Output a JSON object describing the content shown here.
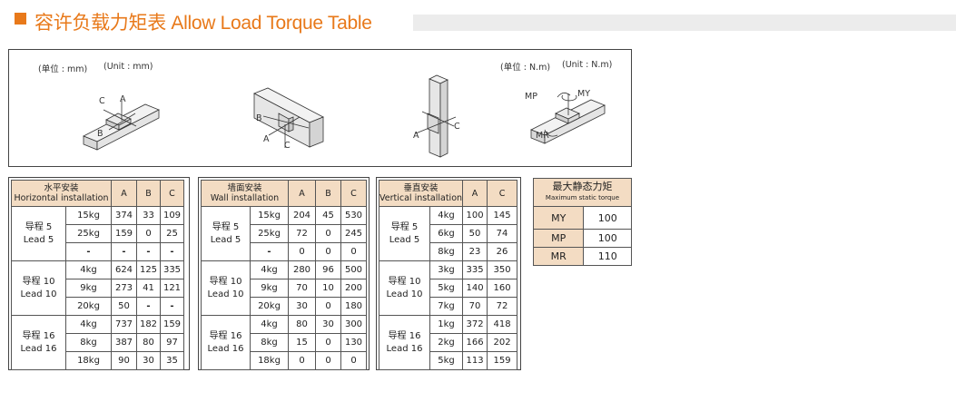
{
  "title": "容许负载力矩表 Allow Load Torque Table",
  "diagram": {
    "unit_left_cn": "(单位 : mm)",
    "unit_left_en": "(Unit : mm)",
    "unit_right_cn": "(单位 : N.m)",
    "unit_right_en": "(Unit : N.m)",
    "labels": {
      "a": "A",
      "b": "B",
      "c": "C",
      "mp": "MP",
      "my": "MY",
      "mr": "MR"
    }
  },
  "horizontal": {
    "header_cn": "水平安装",
    "header_en": "Horizontal installation",
    "cols": [
      "A",
      "B",
      "C"
    ],
    "groups": [
      {
        "cn": "导程 5",
        "en": "Lead 5",
        "rows": [
          [
            "15kg",
            "374",
            "33",
            "109"
          ],
          [
            "25kg",
            "159",
            "0",
            "25"
          ],
          [
            "-",
            "-",
            "-",
            "-"
          ]
        ]
      },
      {
        "cn": "导程 10",
        "en": "Lead 10",
        "rows": [
          [
            "4kg",
            "624",
            "125",
            "335"
          ],
          [
            "9kg",
            "273",
            "41",
            "121"
          ],
          [
            "20kg",
            "50",
            "-",
            "-"
          ]
        ]
      },
      {
        "cn": "导程 16",
        "en": "Lead 16",
        "rows": [
          [
            "4kg",
            "737",
            "182",
            "159"
          ],
          [
            "8kg",
            "387",
            "80",
            "97"
          ],
          [
            "18kg",
            "90",
            "30",
            "35"
          ]
        ]
      }
    ]
  },
  "wall": {
    "header_cn": "墙面安装",
    "header_en": "Wall installation",
    "cols": [
      "A",
      "B",
      "C"
    ],
    "groups": [
      {
        "cn": "导程 5",
        "en": "Lead 5",
        "rows": [
          [
            "15kg",
            "204",
            "45",
            "530"
          ],
          [
            "25kg",
            "72",
            "0",
            "245"
          ],
          [
            "-",
            "0",
            "0",
            "0"
          ]
        ]
      },
      {
        "cn": "导程 10",
        "en": "Lead 10",
        "rows": [
          [
            "4kg",
            "280",
            "96",
            "500"
          ],
          [
            "9kg",
            "70",
            "10",
            "200"
          ],
          [
            "20kg",
            "30",
            "0",
            "180"
          ]
        ]
      },
      {
        "cn": "导程 16",
        "en": "Lead 16",
        "rows": [
          [
            "4kg",
            "80",
            "30",
            "300"
          ],
          [
            "8kg",
            "15",
            "0",
            "130"
          ],
          [
            "18kg",
            "0",
            "0",
            "0"
          ]
        ]
      }
    ]
  },
  "vertical": {
    "header_cn": "垂直安装",
    "header_en": "Vertical installation",
    "cols": [
      "A",
      "C"
    ],
    "groups": [
      {
        "cn": "导程 5",
        "en": "Lead 5",
        "rows": [
          [
            "4kg",
            "100",
            "145"
          ],
          [
            "6kg",
            "50",
            "74"
          ],
          [
            "8kg",
            "23",
            "26"
          ]
        ]
      },
      {
        "cn": "导程 10",
        "en": "Lead 10",
        "rows": [
          [
            "3kg",
            "335",
            "350"
          ],
          [
            "5kg",
            "140",
            "160"
          ],
          [
            "7kg",
            "70",
            "72"
          ]
        ]
      },
      {
        "cn": "导程 16",
        "en": "Lead 16",
        "rows": [
          [
            "1kg",
            "372",
            "418"
          ],
          [
            "2kg",
            "166",
            "202"
          ],
          [
            "5kg",
            "113",
            "159"
          ]
        ]
      }
    ]
  },
  "max_static": {
    "header_cn": "最大静态力矩",
    "header_en": "Maximum static torque",
    "rows": [
      [
        "MY",
        "100"
      ],
      [
        "MP",
        "100"
      ],
      [
        "MR",
        "110"
      ]
    ]
  }
}
